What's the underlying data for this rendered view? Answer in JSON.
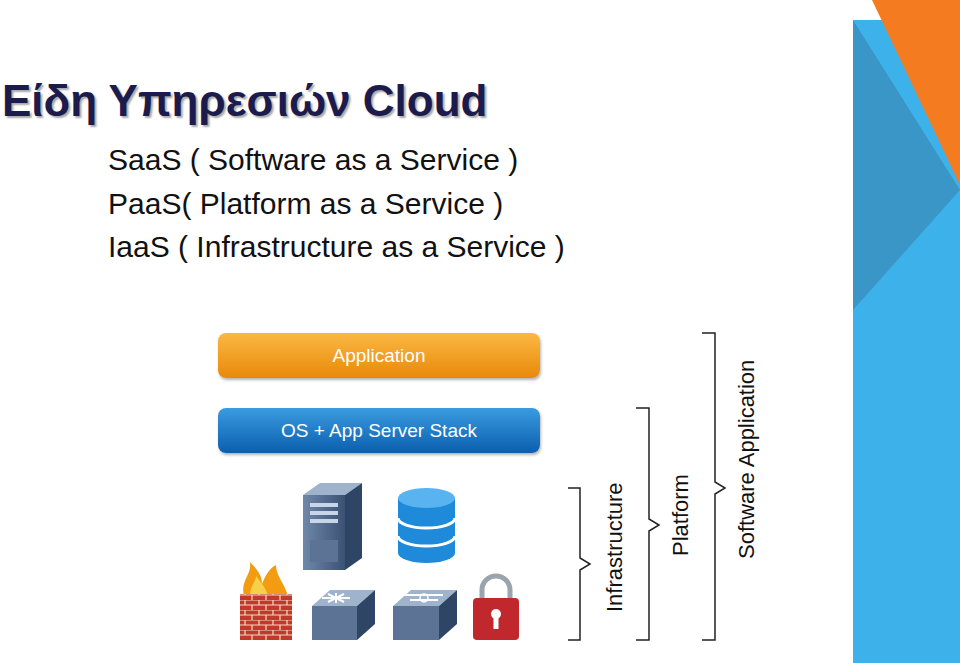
{
  "diagram": {
    "title": "Είδη Υπηρεσιών Cloud",
    "nodes": [
      {
        "text": [
          "Application"
        ]
      },
      {
        "text": [
          "OS + App Server Stack"
        ]
      }
    ],
    "labels": [
      "SaaS ( Software as a Service )",
      "PaaS( Platform  as a Service )",
      "IaaS ( Infrastructure as a Service )",
      "Infrastructure",
      "Platform",
      "Software Application"
    ]
  }
}
